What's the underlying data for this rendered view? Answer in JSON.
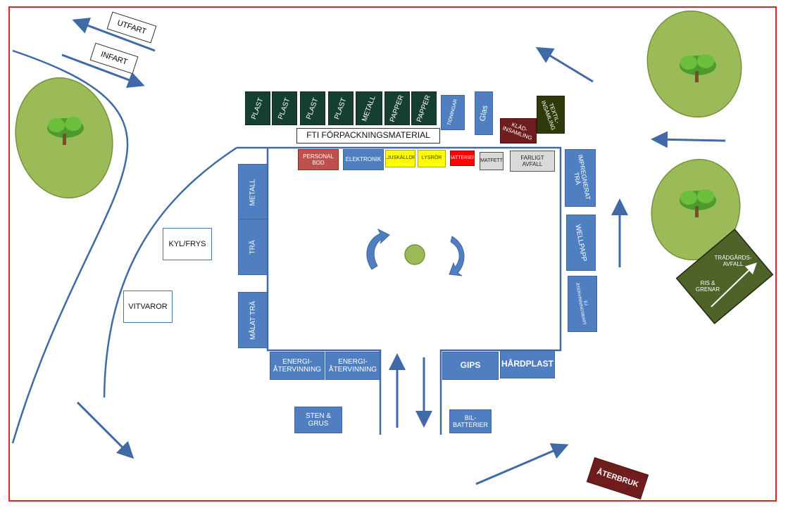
{
  "signs": {
    "utfart": "UTFART",
    "infart": "INFART",
    "fti": "FTI FÖRPACKNINGSMATERIAL",
    "kyl_frys": "KYL/FRYS",
    "vitvaror": "VITVAROR"
  },
  "top_row": {
    "plast_1": "PLAST",
    "plast_2": "PLAST",
    "plast_3": "PLAST",
    "plast_4": "PLAST",
    "metall": "METALL",
    "papper_1": "PAPPER",
    "papper_2": "PAPPER",
    "tidningar": "TIDNINGAR",
    "glas": "Glas",
    "klad": "KLÄD-\nINSAMLING",
    "textil": "TEXTIL-\nINSAMLING"
  },
  "inner_row": {
    "personal": "PERSONAL\nBOD",
    "elektronik": "ELEKTRONIK",
    "ljuskallor": "LJUSKÄLLOR",
    "lysror": "LYSRÖR",
    "batterier": "BATTERIER",
    "matfett": "MATFETT",
    "farligt": "FARLIGT AVFALL"
  },
  "left_col": {
    "metall": "METALL",
    "tra": "TRÄ",
    "malat_tra": "MÅLAT TRÄ"
  },
  "right_col": {
    "impregnerat": "IMPREGNERAT\nTRÄ",
    "wellpapp": "WELLPAPP",
    "ej_atervinning": "EJ\nÅTERVINNINGSBART"
  },
  "bottom": {
    "energi_1": "ENERGI-\nÅTERVINNING",
    "energi_2": "ENERGI-\nÅTERVINNING",
    "gips": "GIPS",
    "hardplast": "HÅRDPLAST",
    "sten": "STEN &\nGRUS",
    "bil": "BIL-\nBATTERIER"
  },
  "garden": {
    "tradgard": "TRÄDGÅRDS-\nAVFALL",
    "ris": "RIS &\nGRENAR"
  },
  "aterbruk": "ÅTERBRUK",
  "colors": {
    "frame": "#e0242b",
    "container_blue": "#4f7fc1",
    "dark_green": "#153f2e",
    "tree_green": "#9bbb59",
    "arrow": "#3f6aa6",
    "garden_green": "#4f6228",
    "aterbruk": "#6e1c1c"
  }
}
